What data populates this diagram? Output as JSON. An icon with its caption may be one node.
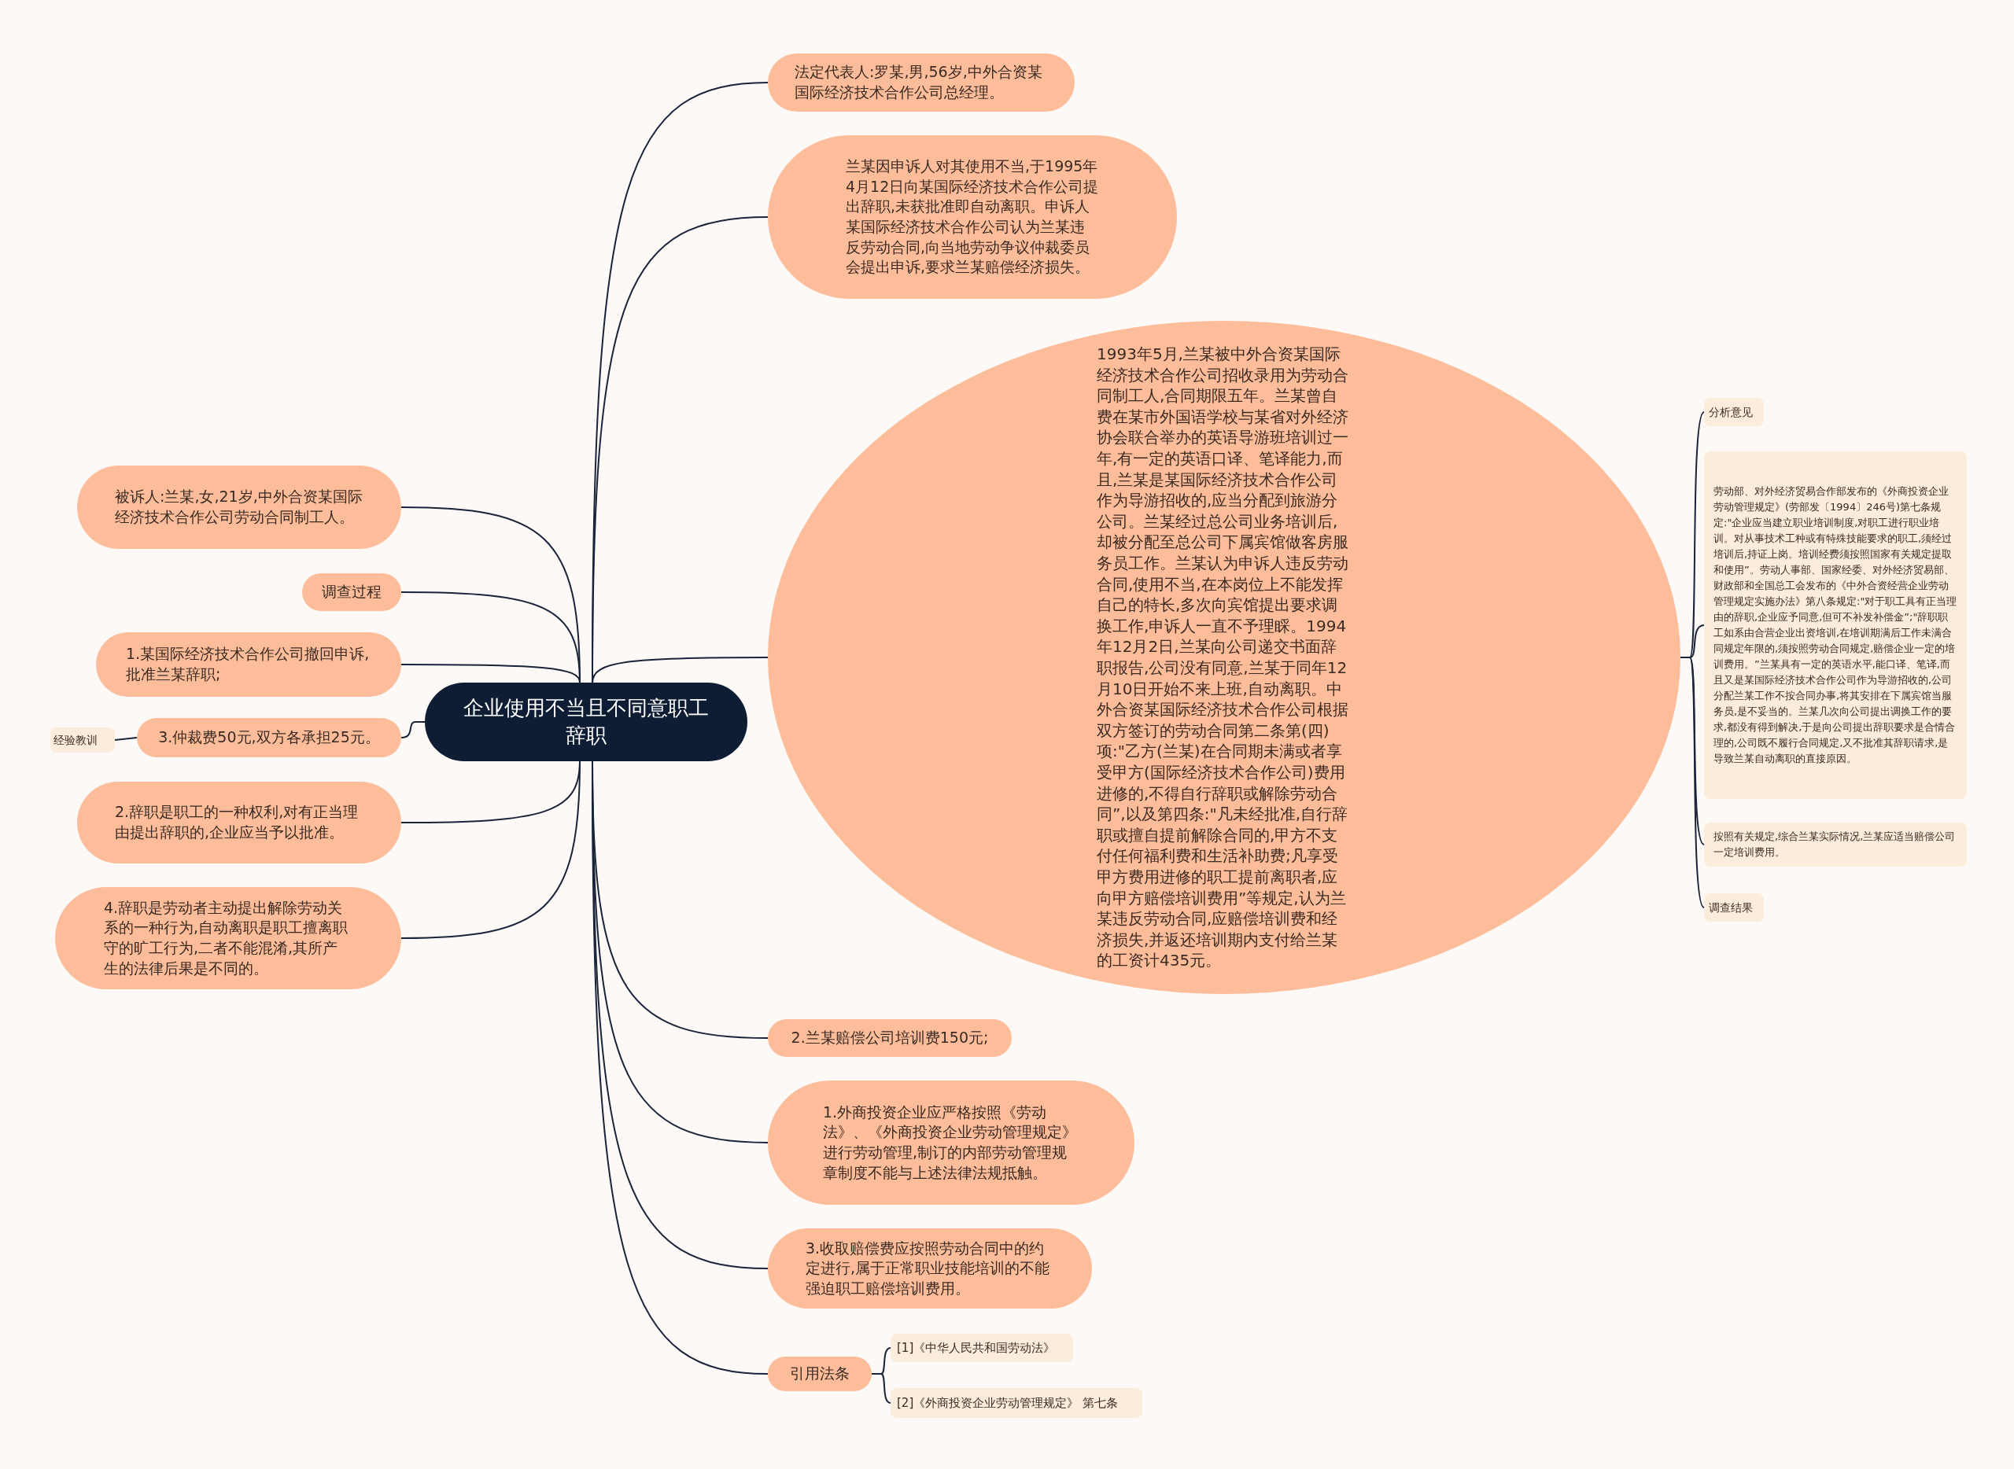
{
  "diagram": {
    "nodes": [
      {
        "text": [
          "企业使用不当且不同意职工辞职"
        ]
      },
      {
        "text": [
          "法定代表人:罗某,男,56岁,中外合资某国际经济技术合作公司总经理。"
        ]
      },
      {
        "text": [
          "兰某因申诉人对其使用不当,于1995年4月12日向某国际经济技术合作公司提出辞职,未获批准即自动离职。申诉人某国际经济技术合作公司认为兰某违反劳动合同,向当地劳动争议仲裁委员会提出申诉,要求兰某赔偿经济损失。"
        ]
      },
      {
        "text": [
          "1993年5月,兰某被中外合资某国际经济技术合作公司招收录用为劳动合同制工人,合同期限五年。兰某曾自费在某市外国语学校与某省对外经济协会联合举办的英语导游班培训过一年,有一定的英语口译、笔译能力,而且,兰某是某国际经济技术合作公司作为导游招收的,应当分配到旅游分公司。兰某经过总公司业务培训后,却被分配至总公司下属宾馆做客房服务员工作。兰某认为申诉人违反劳动合同,使用不当,在本岗位上不能发挥自己的特长,多次向宾馆提出要求调换工作,申诉人一直不予理睬。1994年12月2日,兰某向公司递交书面辞职报告,公司没有同意,兰某于同年12月10日开始不来上班,自动离职。中外合资某国际经济技术合作公司根据双方签订的劳动合同第二条第(四)项:\"乙方(兰某)在合同期未满或者享受甲方(国际经济技术合作公司)费用进修的,不得自行辞职或解除劳动合同”,以及第四条:\"凡未经批准,自行辞职或擅自提前解除合同的,甲方不支付任何福利费和生活补助费;凡享受甲方费用进修的职工提前离职者,应向甲方赔偿培训费用”等规定,认为兰某违反劳动合同,应赔偿培训费和经济损失,并返还培训期内支付给兰某的工资计435元。"
        ]
      },
      {
        "text": [
          "被诉人:兰某,女,21岁,中外合资某国际经济技术合作公司劳动合同制工人。"
        ]
      },
      {
        "text": [
          "调查过程"
        ]
      },
      {
        "text": [
          "1.某国际经济技术合作公司撤回申诉,批准兰某辞职;"
        ]
      },
      {
        "text": [
          "3.仲裁费50元,双方各承担25元。"
        ]
      },
      {
        "text": [
          "经验教训"
        ]
      },
      {
        "text": [
          "2.辞职是职工的一种权利,对有正当理由提出辞职的,企业应当予以批准。"
        ]
      },
      {
        "text": [
          "4.辞职是劳动者主动提出解除劳动关系的一种行为,自动离职是职工擅离职守的旷工行为,二者不能混淆,其所产生的法律后果是不同的。"
        ]
      },
      {
        "text": [
          "2.兰某赔偿公司培训费150元;"
        ]
      },
      {
        "text": [
          "1.外商投资企业应严格按照《劳动法》、《外商投资企业劳动管理规定》进行劳动管理,制订的内部劳动管理规章制度不能与上述法律法规抵触。"
        ]
      },
      {
        "text": [
          "3.收取赔偿费应按照劳动合同中的约定进行,属于正常职业技能培训的不能强迫职工赔偿培训费用。"
        ]
      },
      {
        "text": [
          "引用法条"
        ]
      },
      {
        "text": [
          "[1]《中华人民共和国劳动法》"
        ]
      },
      {
        "text": [
          "[2]《外商投资企业劳动管理规定》 第七条"
        ]
      },
      {
        "text": [
          "分析意见"
        ]
      },
      {
        "text": [
          "劳动部、对外经济贸易合作部发布的《外商投资企业劳动管理规定》(劳部发〔1994〕246号)第七条规定:\"企业应当建立职业培训制度,对职工进行职业培训。对从事技术工种或有特殊技能要求的职工,须经过培训后,持证上岗。培训经费须按照国家有关规定提取和使用”。劳动人事部、国家经委、对外经济贸易部、财政部和全国总工会发布的《中外合资经营企业劳动管理规定实施办法》第八条规定:\"对于职工具有正当理由的辞职,企业应予同意,但可不补发补偿金”;\"辞职职工如系由合营企业出资培训,在培训期满后工作未满合同规定年限的,须按照劳动合同规定,赔偿企业一定的培训费用。”兰某具有一定的英语水平,能口译、笔译,而且又是某国际经济技术合作公司作为导游招收的,公司分配兰某工作不按合同办事,将其安排在下属宾馆当服务员,是不妥当的。兰某几次向公司提出调换工作的要求,都没有得到解决,于是向公司提出辞职要求是合情合理的,公司既不履行合同规定,又不批准其辞职请求,是导致兰某自动离职的直接原因。"
        ]
      },
      {
        "text": [
          "按照有关规定,综合兰某实际情况,兰某应适当赔偿公司一定培训费用。"
        ]
      },
      {
        "text": [
          "调查结果"
        ]
      }
    ],
    "edges": [
      {
        "from": 0,
        "to": 1,
        "arrow": "none"
      },
      {
        "from": 0,
        "to": 2,
        "arrow": "none"
      },
      {
        "from": 0,
        "to": 3,
        "arrow": "none"
      },
      {
        "from": 0,
        "to": 4,
        "arrow": "none"
      },
      {
        "from": 0,
        "to": 5,
        "arrow": "none"
      },
      {
        "from": 0,
        "to": 6,
        "arrow": "none"
      },
      {
        "from": 0,
        "to": 7,
        "arrow": "none"
      },
      {
        "from": 7,
        "to": 8,
        "arrow": "none"
      },
      {
        "from": 0,
        "to": 9,
        "arrow": "none"
      },
      {
        "from": 0,
        "to": 10,
        "arrow": "none"
      },
      {
        "from": 0,
        "to": 11,
        "arrow": "none"
      },
      {
        "from": 0,
        "to": 12,
        "arrow": "none"
      },
      {
        "from": 0,
        "to": 13,
        "arrow": "none"
      },
      {
        "from": 0,
        "to": 14,
        "arrow": "none"
      },
      {
        "from": 14,
        "to": 15,
        "arrow": "none"
      },
      {
        "from": 14,
        "to": 16,
        "arrow": "none"
      },
      {
        "from": 3,
        "to": 17,
        "arrow": "none"
      },
      {
        "from": 3,
        "to": 18,
        "arrow": "none"
      },
      {
        "from": 3,
        "to": 19,
        "arrow": "none"
      },
      {
        "from": 3,
        "to": 20,
        "arrow": "none"
      }
    ]
  }
}
